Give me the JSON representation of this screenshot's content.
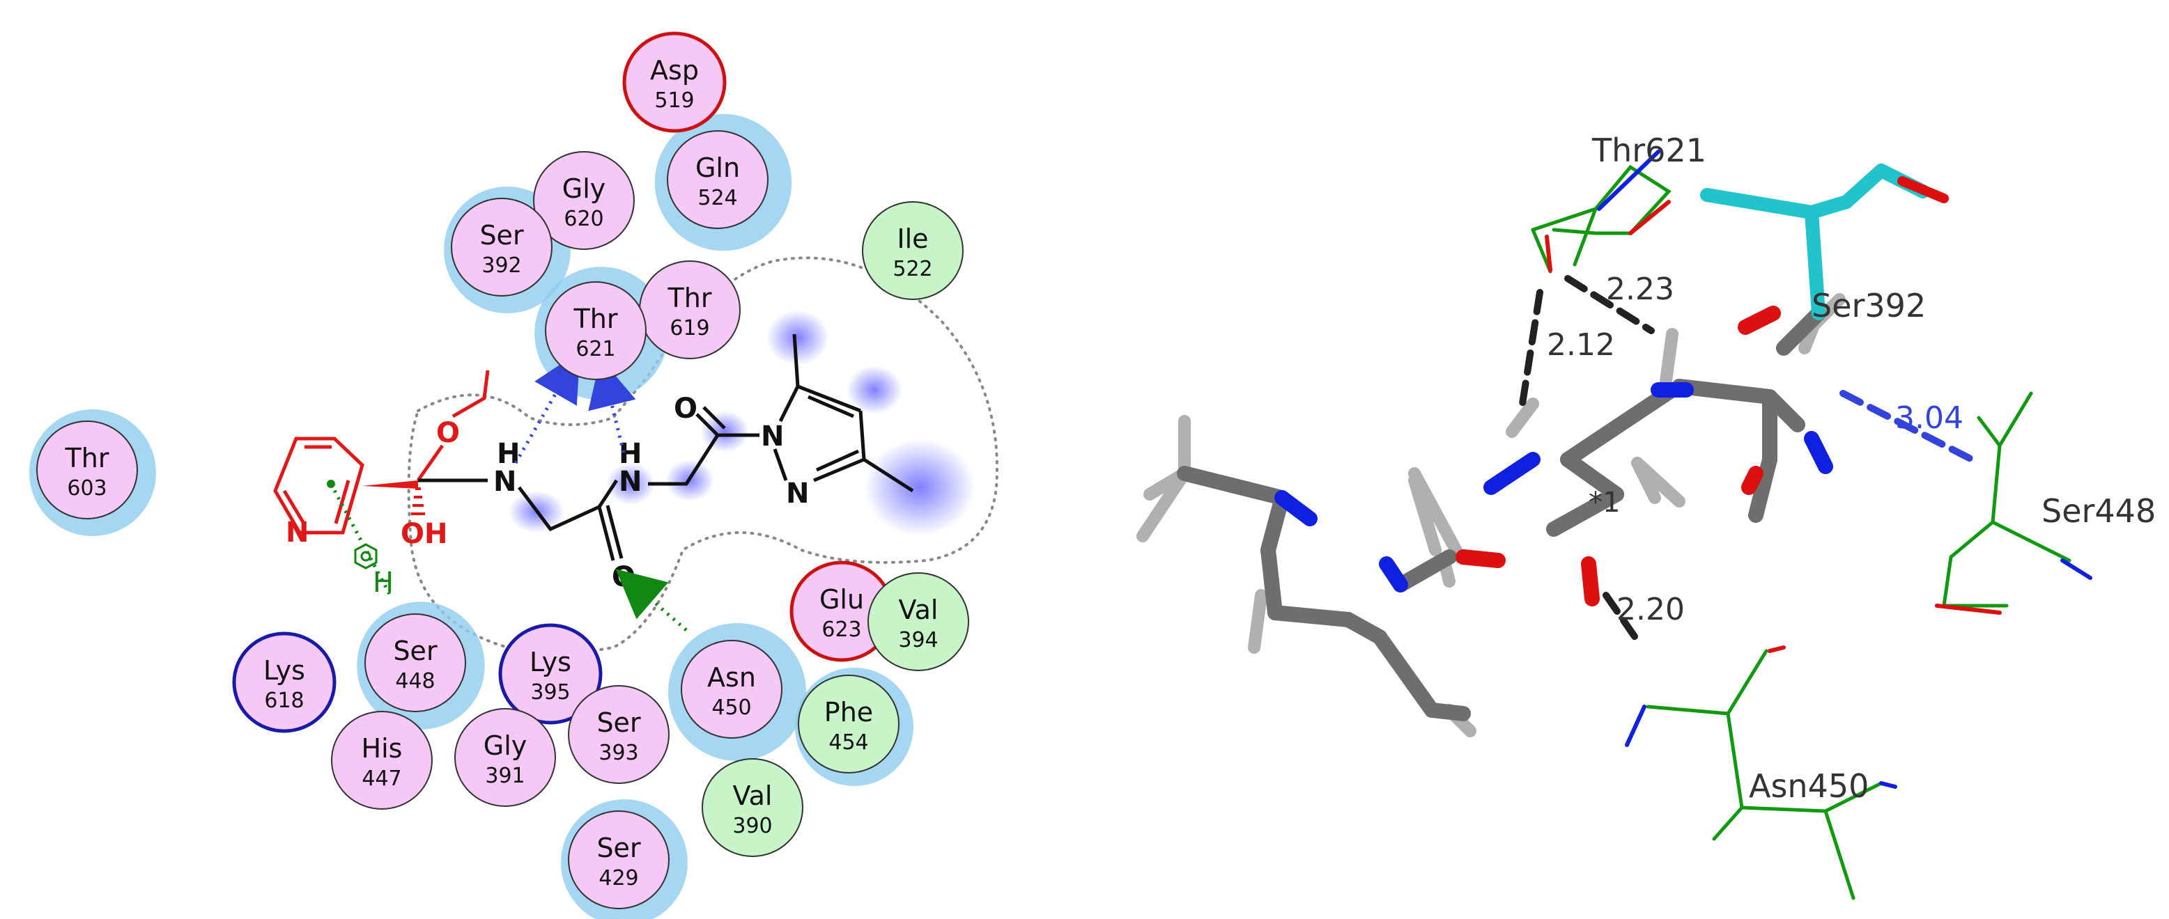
{
  "colors": {
    "polar_fill": "#f5c8f5",
    "hydrophobic_fill": "#c8f5c8",
    "acidic_ring": "#cc1111",
    "basic_ring": "#1a1aa8",
    "exposure_halo": "#8fcdf0",
    "hbond": "#3344dd",
    "pi_h": "#118811",
    "ligand_red": "#e01818",
    "carbon_gray": "#6e6e6e",
    "nitrogen_blue": "#1020e0",
    "oxygen_red": "#dd1010",
    "hydrogen_gray": "#b0b0b0",
    "residue_green": "#119911",
    "residue_cyan": "#22c4cc"
  },
  "residues_2d": [
    {
      "name": "Asp",
      "num": "519",
      "type": "acidic"
    },
    {
      "name": "Gln",
      "num": "524",
      "type": "polar"
    },
    {
      "name": "Gly",
      "num": "620",
      "type": "polar"
    },
    {
      "name": "Ser",
      "num": "392",
      "type": "polar"
    },
    {
      "name": "Ile",
      "num": "522",
      "type": "hydrophobic"
    },
    {
      "name": "Thr",
      "num": "619",
      "type": "polar"
    },
    {
      "name": "Thr",
      "num": "621",
      "type": "polar"
    },
    {
      "name": "Thr",
      "num": "603",
      "type": "polar"
    },
    {
      "name": "Glu",
      "num": "623",
      "type": "acidic"
    },
    {
      "name": "Val",
      "num": "394",
      "type": "hydrophobic"
    },
    {
      "name": "Ser",
      "num": "448",
      "type": "polar"
    },
    {
      "name": "Lys",
      "num": "618",
      "type": "basic"
    },
    {
      "name": "Lys",
      "num": "395",
      "type": "basic"
    },
    {
      "name": "Asn",
      "num": "450",
      "type": "polar"
    },
    {
      "name": "Phe",
      "num": "454",
      "type": "hydrophobic"
    },
    {
      "name": "His",
      "num": "447",
      "type": "polar"
    },
    {
      "name": "Gly",
      "num": "391",
      "type": "polar"
    },
    {
      "name": "Ser",
      "num": "393",
      "type": "polar"
    },
    {
      "name": "Val",
      "num": "390",
      "type": "hydrophobic"
    },
    {
      "name": "Ser",
      "num": "429",
      "type": "polar"
    }
  ],
  "ligand_atoms": {
    "pyridine_n": "N",
    "ether_o": "O",
    "hydroxyl": "OH",
    "amide_n1": "N",
    "amide_h1": "H",
    "amide_n2": "N",
    "amide_h2": "H",
    "carbonyl_o1": "O",
    "carbonyl_o2": "O",
    "pyrazole_n1": "N",
    "pyrazole_n2": "N",
    "pi_h": "H"
  },
  "pose_3d": {
    "residue_labels": [
      "Thr621",
      "Ser392",
      "Ser448",
      "Asn450"
    ],
    "distances": [
      "2.23",
      "2.12",
      "3.04",
      "2.20"
    ],
    "stereo_label": "*1"
  }
}
